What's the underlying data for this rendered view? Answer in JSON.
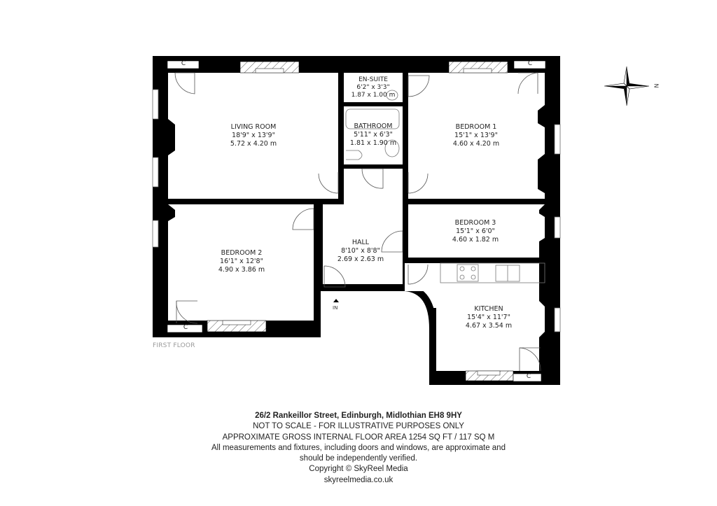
{
  "plan": {
    "floor_label": "FIRST FLOOR",
    "entrance_label": "IN",
    "compass_label": "N",
    "cupboard_label": "C",
    "rooms": [
      {
        "name": "LIVING ROOM",
        "imperial": "18'9\" x 13'9\"",
        "metric": "5.72 x 4.20 m"
      },
      {
        "name": "EN-SUITE",
        "imperial": "6'2\" x 3'3\"",
        "metric": "1.87 x 1.00 m"
      },
      {
        "name": "BATHROOM",
        "imperial": "5'11\" x 6'3\"",
        "metric": "1.81 x 1.90 m"
      },
      {
        "name": "BEDROOM 1",
        "imperial": "15'1\" x 13'9\"",
        "metric": "4.60 x 4.20 m"
      },
      {
        "name": "BEDROOM 2",
        "imperial": "16'1\" x 12'8\"",
        "metric": "4.90 x 3.86 m"
      },
      {
        "name": "HALL",
        "imperial": "8'10\" x 8'8\"",
        "metric": "2.69 x 2.63 m"
      },
      {
        "name": "BEDROOM 3",
        "imperial": "15'1\" x 6'0\"",
        "metric": "4.60 x 1.82 m"
      },
      {
        "name": "KITCHEN",
        "imperial": "15'4\" x 11'7\"",
        "metric": "4.67 x 3.54 m"
      }
    ]
  },
  "caption": {
    "address": "26/2 Rankeillor Street, Edinburgh, Midlothian EH8 9HY",
    "scale_note": "NOT TO SCALE - FOR ILLUSTRATIVE PURPOSES ONLY",
    "area": "APPROXIMATE GROSS INTERNAL FLOOR AREA 1254 SQ FT / 117 SQ M",
    "disclaimer_1": "All measurements and fixtures, including doors and windows, are approximate and",
    "disclaimer_2": "should be independently verified.",
    "copyright": "Copyright © SkyReel Media",
    "website": "skyreelmedia.co.uk"
  },
  "colors": {
    "wall": "#000000",
    "background": "#ffffff",
    "text": "#222222",
    "floor_label": "#999999"
  }
}
